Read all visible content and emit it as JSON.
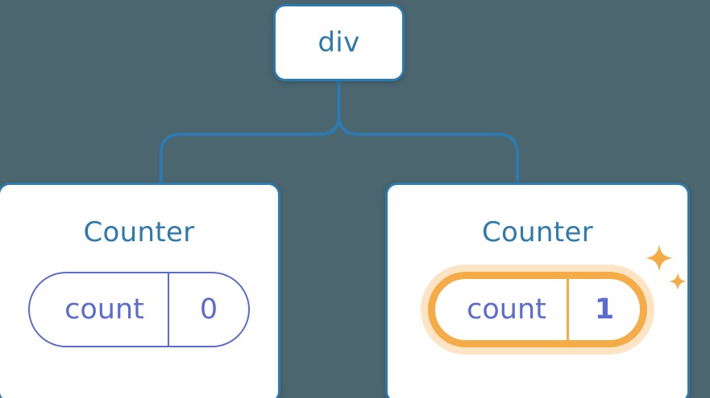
{
  "diagram": {
    "type": "component-tree",
    "background_color": "#4c6670",
    "accent_blue": "#2d7aae",
    "accent_purple": "#5b6bd0",
    "accent_orange": "#f5ac47",
    "halo_orange": "#fbdca8"
  },
  "root": {
    "label": "div"
  },
  "children": [
    {
      "title": "Counter",
      "state": {
        "key": "count",
        "value": "0"
      },
      "highlighted": false
    },
    {
      "title": "Counter",
      "state": {
        "key": "count",
        "value": "1"
      },
      "highlighted": true,
      "sparkle_icons": [
        "sparkle-large",
        "sparkle-small"
      ]
    }
  ]
}
